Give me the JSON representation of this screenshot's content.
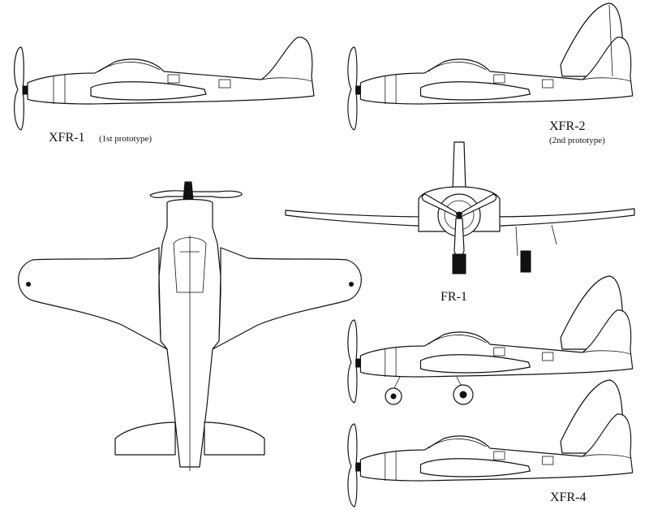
{
  "labels": {
    "xfr1_name": "XFR-1",
    "xfr1_note": "(1st prototype)",
    "xfr2_name": "XFR-2",
    "xfr2_note": "(2nd prototype)",
    "fr1_name": "FR-1",
    "xfr4_name": "XFR-4"
  },
  "colors": {
    "ink": "#111111",
    "paper": "#ffffff"
  }
}
